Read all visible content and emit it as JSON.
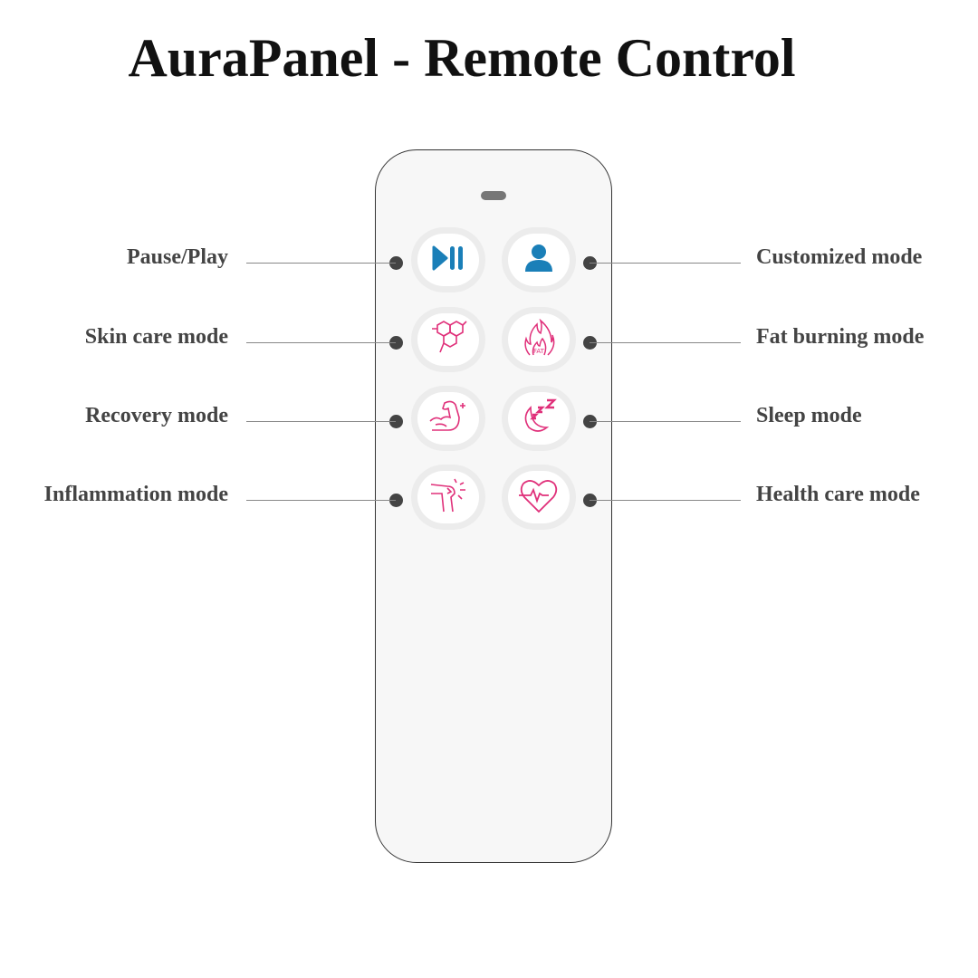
{
  "title": "AuraPanel - Remote Control",
  "colors": {
    "accent_pink": "#e0307a",
    "accent_blue": "#1a7fb8",
    "dot": "#444444"
  },
  "buttons": [
    {
      "label": "Pause/Play",
      "icon": "play-pause-icon",
      "side": "left"
    },
    {
      "label": "Customized mode",
      "icon": "user-icon",
      "side": "right"
    },
    {
      "label": "Skin care mode",
      "icon": "molecule-icon",
      "side": "left"
    },
    {
      "label": "Fat burning mode",
      "icon": "flame-fat-icon",
      "side": "right",
      "icon_text": "FAT"
    },
    {
      "label": "Recovery mode",
      "icon": "muscle-arm-icon",
      "side": "left"
    },
    {
      "label": "Sleep mode",
      "icon": "moon-zzz-icon",
      "side": "right"
    },
    {
      "label": "Inflammation mode",
      "icon": "knee-pain-icon",
      "side": "left"
    },
    {
      "label": "Health care mode",
      "icon": "heart-pulse-icon",
      "side": "right"
    }
  ]
}
